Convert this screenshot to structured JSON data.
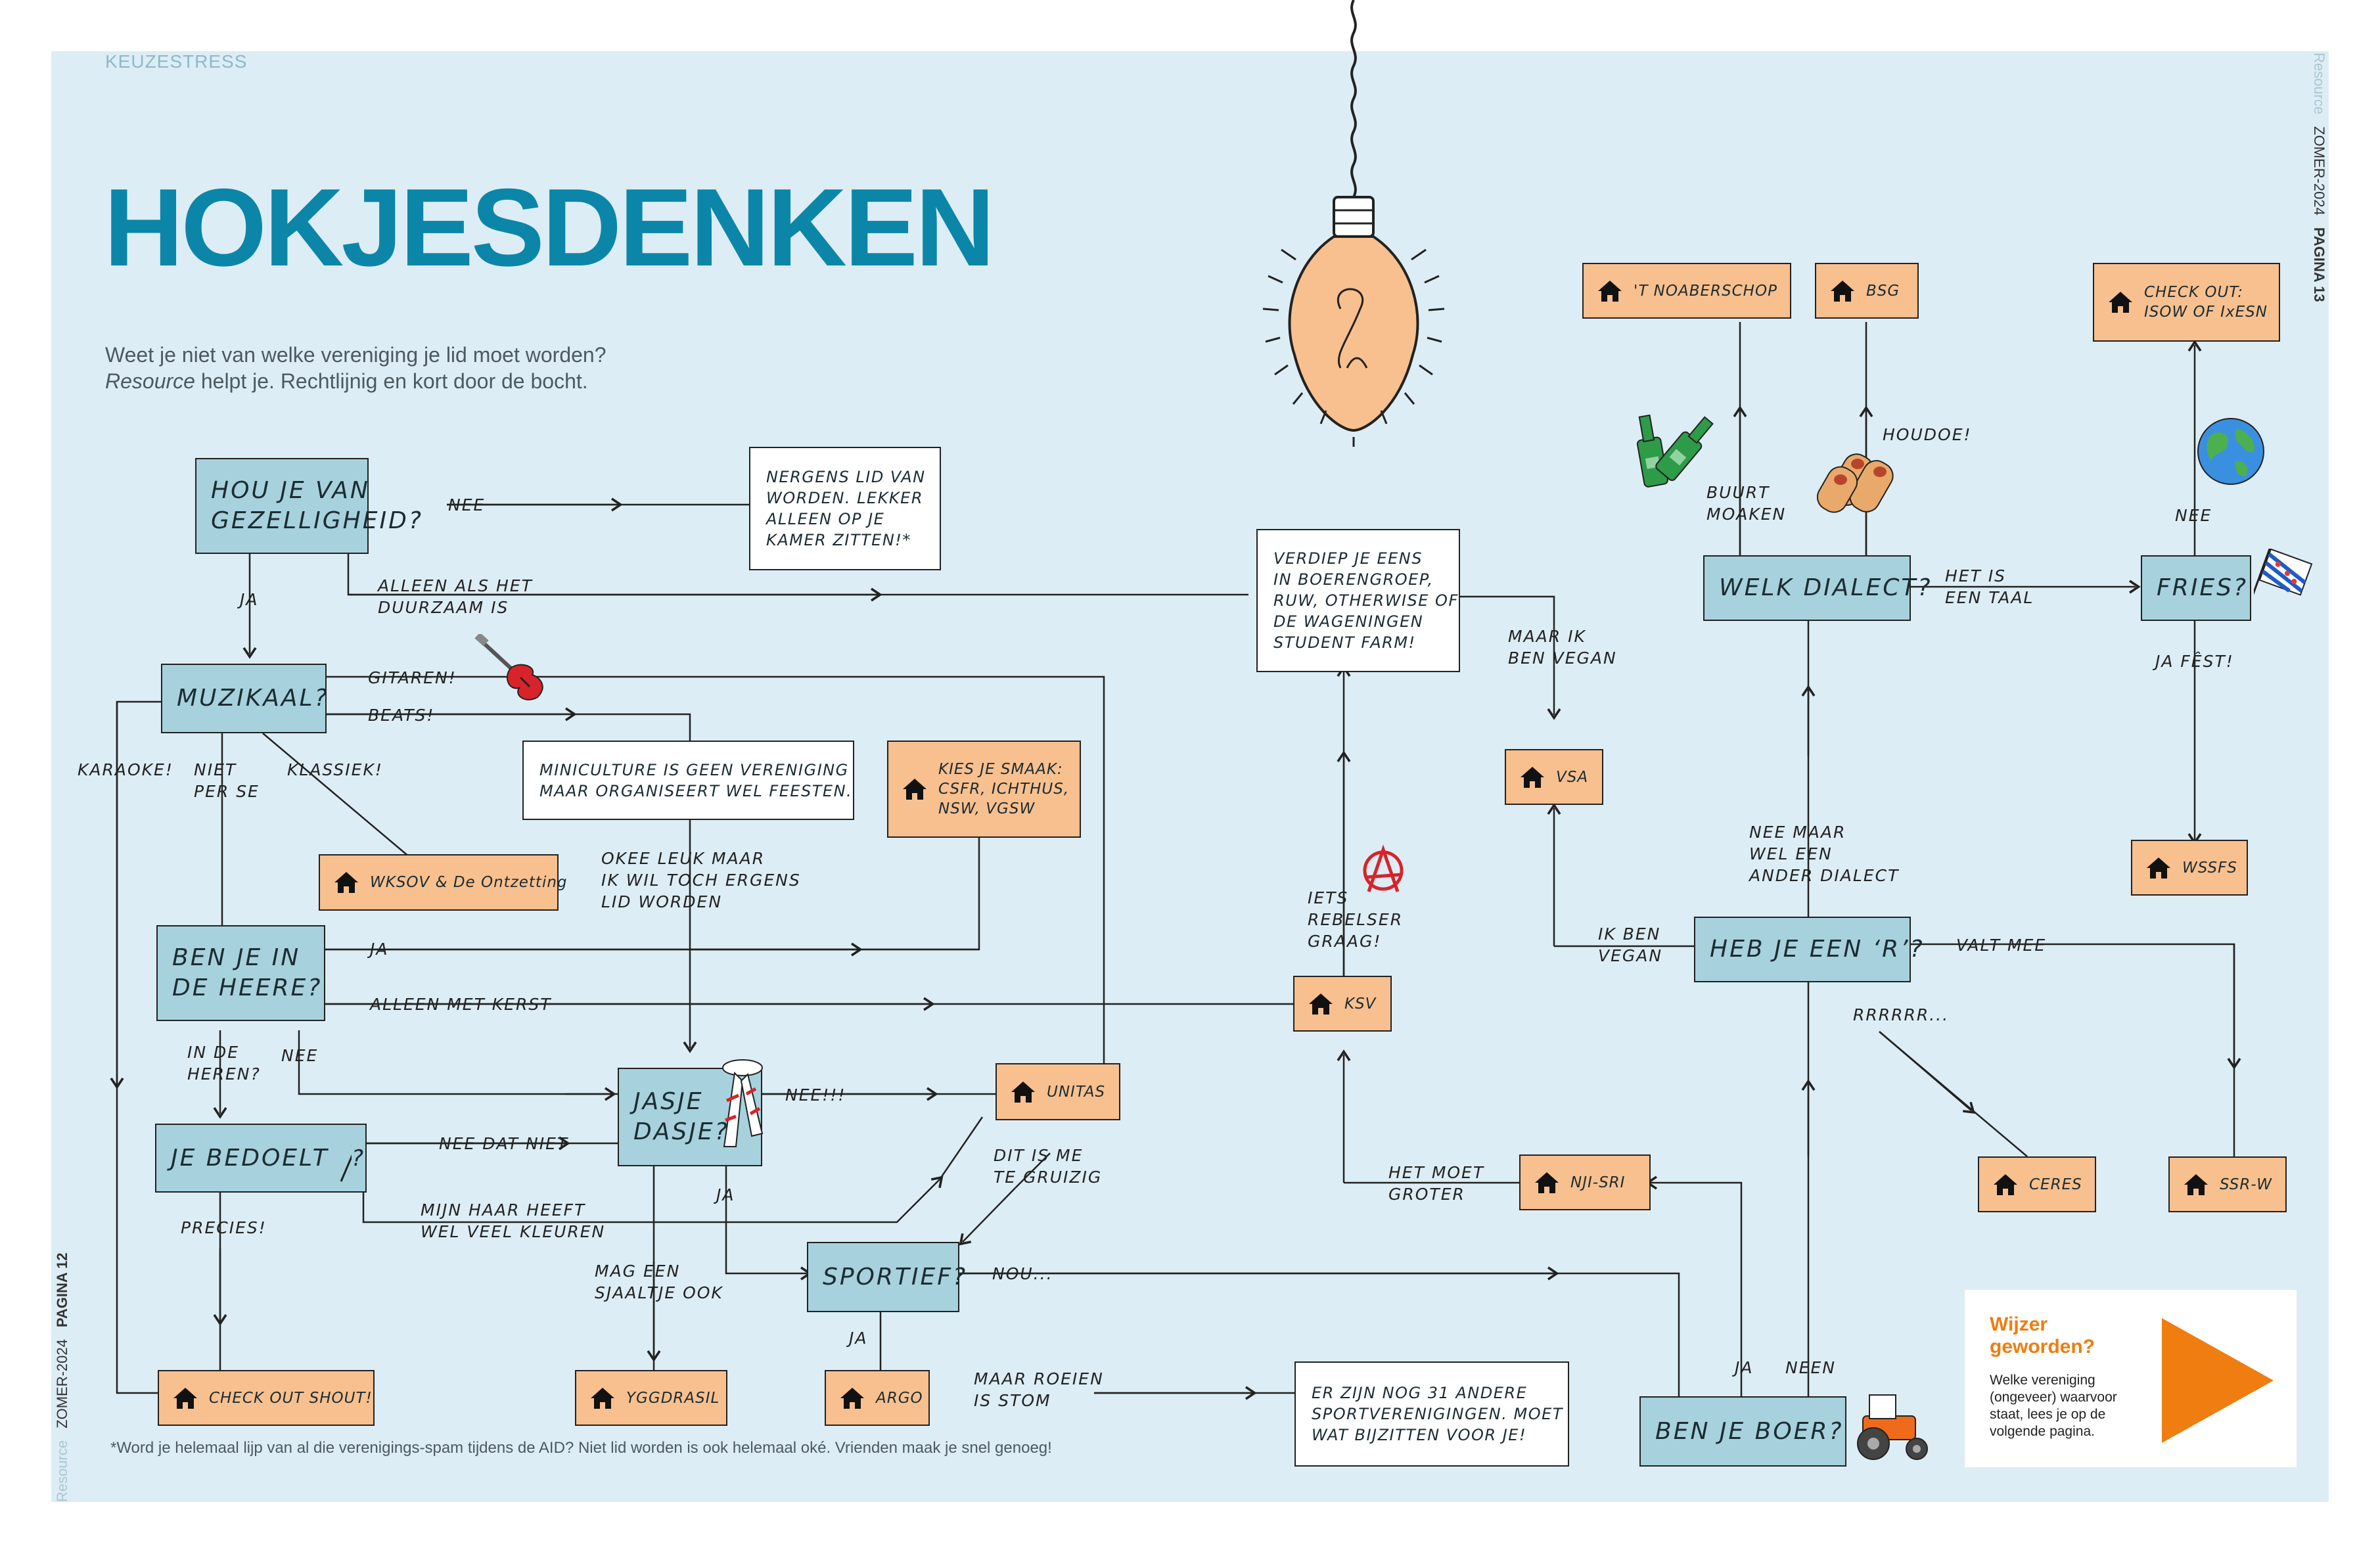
{
  "page": {
    "section": "KEUZESTRESS",
    "title": "HOKJESDENKEN",
    "intro_line1": "Weet je niet van welke vereniging je lid moet worden?",
    "intro_brand": "Resource",
    "intro_line2": " helpt je. Rechtlijnig en kort door de bocht.",
    "footnote": "*Word je helemaal lijp van al die verenigings-spam tijdens de AID? Niet lid worden is ook helemaal oké. Vrienden maak je snel genoeg!",
    "side_right": {
      "brand": "Resource",
      "issue": "ZOMER-2024",
      "page": "PAGINA 13"
    },
    "side_left": {
      "brand": "Resource",
      "issue": "ZOMER-2024",
      "page": "PAGINA 12"
    }
  },
  "questions": {
    "gezelligheid": "HOU JE VAN\nGEZELLIGHEID?",
    "muzikaal": "MUZIKAAL?",
    "heere": "BEN JE IN\nDE HEERE?",
    "bedoelt": "JE BEDOELT",
    "jasje": "JASJE\nDASJE?",
    "sportief": "SPORTIEF?",
    "boer": "BEN JE BOER?",
    "r": "HEB JE EEN ‘R’?",
    "dialect": "WELK DIALECT?",
    "fries": "FRIES?"
  },
  "clubs": {
    "wksov": "WKSOV & De Ontzetting",
    "smaak": "KIES JE SMAAK:\nCSFR, ICHTHUS,\nNSW, VGSW",
    "shout": "CHECK OUT SHOUT!",
    "yggdrasil": "YGGDRASIL",
    "argo": "ARGO",
    "unitas": "UNITAS",
    "ksv": "KSV",
    "njisri": "NJI-SRI",
    "vsa": "VSA",
    "noaberschop": "'T NOABERSCHOP",
    "bsg": "BSG",
    "isow": "CHECK OUT:\nISOW OF IxESN",
    "wssfs": "WSSFS",
    "ceres": "CERES",
    "ssrw": "SSR-W"
  },
  "notes": {
    "nergens": "NERGENS LID VAN\nWORDEN. LEKKER\nALLEEN OP JE\nKAMER ZITTEN!*",
    "miniculture": "MINICULTURE IS GEEN VERENIGING\nMAAR ORGANISEERT WEL FEESTEN.",
    "boerengroep": "VERDIEP JE EENS\nIN BOERENGROEP,\nRUW, OTHERWISE OF\nDE WAGENINGEN\nSTUDENT FARM!",
    "sport31": "ER ZIJN NOG 31 ANDERE\nSPORTVERENIGINGEN. MOET\nWAT BIJZITTEN VOOR JE!"
  },
  "labels": {
    "nee1": "NEE",
    "ja1": "JA",
    "duurzaam": "ALLEEN ALS HET\nDUURZAAM IS",
    "gitaren": "GITAREN!",
    "beats": "BEATS!",
    "karaoke": "KARAOKE!",
    "nietperse": "NIET\nPER SE",
    "klassiek": "KLASSIEK!",
    "okee": "OKEE LEUK MAAR\nIK WIL TOCH ERGENS\nLID WORDEN",
    "ja_heere": "JA",
    "kerst": "ALLEEN MET KERST",
    "heren": "IN DE\nHEREN?",
    "nee_heere": "NEE",
    "nee_datniet": "NEE DAT NIET",
    "haar": "MIJN HAAR HEEFT\nWEL VEEL KLEUREN",
    "precies": "PRECIES!",
    "nee_jasje": "NEE!!!",
    "ja_jasje": "JA",
    "sjaaltje": "MAG EEN\nSJAALTJE OOK",
    "gruizig": "DIT IS ME\nTE GRUIZIG",
    "nou": "NOU...",
    "ja_sport": "JA",
    "roeien": "MAAR ROEIEN\nIS STOM",
    "rebelser": "IETS\nREBELSER\nGRAAG!",
    "groter": "HET MOET\nGROTER",
    "vegan_q": "MAAR IK\nBEN VEGAN",
    "vegan": "IK BEN\nVEGAN",
    "ja_boer": "JA",
    "neen": "NEEN",
    "dialect_wel": "NEE MAAR\nWEL EEN\nANDER DIALECT",
    "rrrr": "RRRRRR...",
    "valtmee": "VALT MEE",
    "buurt": "BUURT\nMOAKEN",
    "houdoe": "HOUDOE!",
    "taal": "HET IS\nEEN TAAL",
    "nee_fries": "NEE",
    "jafest": "JA FÊST!"
  },
  "wijzer": {
    "title": "Wijzer\ngeworden?",
    "body": "Welke vereniging\n(ongeveer) waarvoor\nstaat, lees je op de\nvolgende pagina."
  },
  "colors": {
    "background": "#ddedf5",
    "title": "#0b86a8",
    "question_box": "#a7d2dd",
    "club_box": "#f8c08e",
    "accent_orange": "#ef7d0f"
  },
  "icons": [
    "lightbulb-icon",
    "house-icon",
    "guitar-icon",
    "scarf-icon",
    "rainbow-flag-icon",
    "anarchy-icon",
    "beer-bottles-icon",
    "sausage-rolls-icon",
    "globe-icon",
    "frisian-flag-icon",
    "tractor-icon",
    "arrow-right-icon"
  ]
}
